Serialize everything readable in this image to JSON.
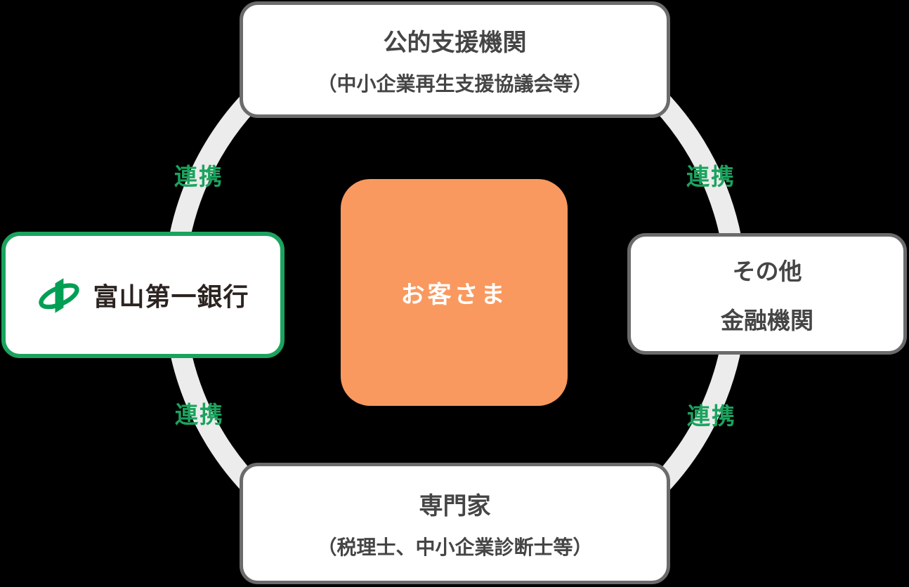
{
  "colors": {
    "background": "#000000",
    "ring": "#ECECEC",
    "box-border-gray": "#6B6B6B",
    "box-text": "#454545",
    "accent-green": "#1BA35E",
    "logo-green": "#009F54",
    "bank-text": "#2B2320",
    "customer-orange": "#F9995F",
    "customer-text": "#FFFFFF",
    "box-bg": "#FFFFFF"
  },
  "links": {
    "label": "連携"
  },
  "nodes": {
    "top": {
      "title": "公的支援機関",
      "subtitle": "（中小企業再生支援協議会等）"
    },
    "right": {
      "line1": "その他",
      "line2": "金融機関"
    },
    "bottom": {
      "title": "専門家",
      "subtitle": "（税理士、中小企業診断士等）"
    },
    "left": {
      "bank_name": "富山第一銀行"
    }
  },
  "center": {
    "label": "お客さま"
  }
}
